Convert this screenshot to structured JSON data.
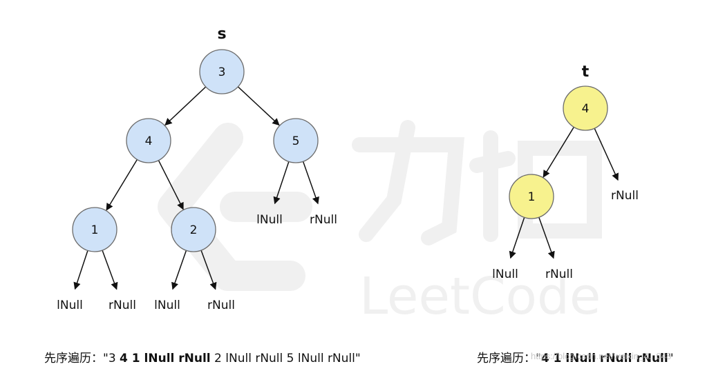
{
  "trees": {
    "s": {
      "label": "s",
      "fill": "#cfe2f8",
      "nodes": [
        {
          "id": "s3",
          "text": "3"
        },
        {
          "id": "s4",
          "text": "4"
        },
        {
          "id": "s5",
          "text": "5"
        },
        {
          "id": "s1",
          "text": "1"
        },
        {
          "id": "s2",
          "text": "2"
        }
      ],
      "leaves": [
        {
          "id": "s5l",
          "text": "lNull"
        },
        {
          "id": "s5r",
          "text": "rNull"
        },
        {
          "id": "s1l",
          "text": "lNull"
        },
        {
          "id": "s1r",
          "text": "rNull"
        },
        {
          "id": "s2l",
          "text": "lNull"
        },
        {
          "id": "s2r",
          "text": "rNull"
        }
      ],
      "edges": [
        [
          "s3",
          "s4"
        ],
        [
          "s3",
          "s5"
        ],
        [
          "s4",
          "s1"
        ],
        [
          "s4",
          "s2"
        ],
        [
          "s5",
          "s5l"
        ],
        [
          "s5",
          "s5r"
        ],
        [
          "s1",
          "s1l"
        ],
        [
          "s1",
          "s1r"
        ],
        [
          "s2",
          "s2l"
        ],
        [
          "s2",
          "s2r"
        ]
      ]
    },
    "t": {
      "label": "t",
      "fill": "#f7f28e",
      "nodes": [
        {
          "id": "t4",
          "text": "4"
        },
        {
          "id": "t1",
          "text": "1"
        }
      ],
      "leaves": [
        {
          "id": "t4r",
          "text": "rNull"
        },
        {
          "id": "t1l",
          "text": "lNull"
        },
        {
          "id": "t1r",
          "text": "rNull"
        }
      ],
      "edges": [
        [
          "t4",
          "t1"
        ],
        [
          "t4",
          "t4r"
        ],
        [
          "t1",
          "t1l"
        ],
        [
          "t1",
          "t1r"
        ]
      ]
    }
  },
  "captions": {
    "s": {
      "prefix": "先序遍历：\"3 ",
      "bold": "4 1 lNull rNull",
      "suffix": " 2 lNull rNull 5 lNull rNull\""
    },
    "t": {
      "prefix": "先序遍历：\"",
      "bold": "4 1 lNull rNull rNull",
      "suffix": "\""
    }
  },
  "watermark": {
    "brand_cn": "力扣",
    "brand_en": "LeetCode",
    "url_overlay": "https://blog.csdn.net/weixin_4...048"
  },
  "colors": {
    "node_stroke": "#6b6b6b",
    "edge": "#111111",
    "watermark": "#f0f0f0"
  }
}
